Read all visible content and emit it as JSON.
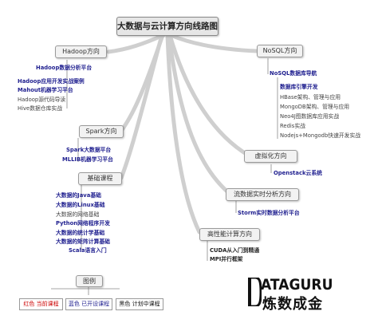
{
  "root": "大数据与云计算方向线路图",
  "hadoop": {
    "title": "Hadoop方向",
    "items": [
      "Hadoop数据分析平台",
      "Hadoop应用开发实战案例",
      "Mahout机器学习平台",
      "Hadoop源代码导读",
      "Hive数据仓库实战"
    ]
  },
  "nosql": {
    "title": "NoSQL方向",
    "sub": "NoSQL数据库导航",
    "group_title": "数据库引擎开发",
    "items": [
      "HBase架构、管理与应用",
      "MongoDB架构、管理与应用",
      "Neo4J图数据库应用实战",
      "Redis实战",
      "Nodejs+Mongodb快速开发实战"
    ]
  },
  "spark": {
    "title": "Spark方向",
    "items": [
      "Spark大数据平台",
      "MLLIB机器学习平台"
    ]
  },
  "virtual": {
    "title": "虚拟化方向",
    "items": [
      "Openstack云系统"
    ]
  },
  "basic": {
    "title": "基础课程",
    "items": [
      "大数据的Java基础",
      "大数据的Linux基础",
      "大数据的网络基础",
      "Python网络程序开发",
      "大数据的统计学基础",
      "大数据的矩阵计算基础",
      "Scala语言入门"
    ]
  },
  "stream": {
    "title": "流数据实时分析方向",
    "items": [
      "Storm实时数据分析平台"
    ]
  },
  "hpc": {
    "title": "高性能计算方向",
    "items": [
      "CUDA从入门到精通",
      "MPI并行框架"
    ]
  },
  "legend": {
    "title": "图例",
    "red": "红色 当前课程",
    "blue": "蓝色 已开设课程",
    "black": "黑色 计划中课程"
  },
  "logo": {
    "top": "ATAGURU",
    "bottom": "炼数成金"
  },
  "colors": {
    "red": "#cc0000",
    "blue": "#1f1f8f",
    "link": "#cfcfcf",
    "box": "#f2f2f2"
  }
}
